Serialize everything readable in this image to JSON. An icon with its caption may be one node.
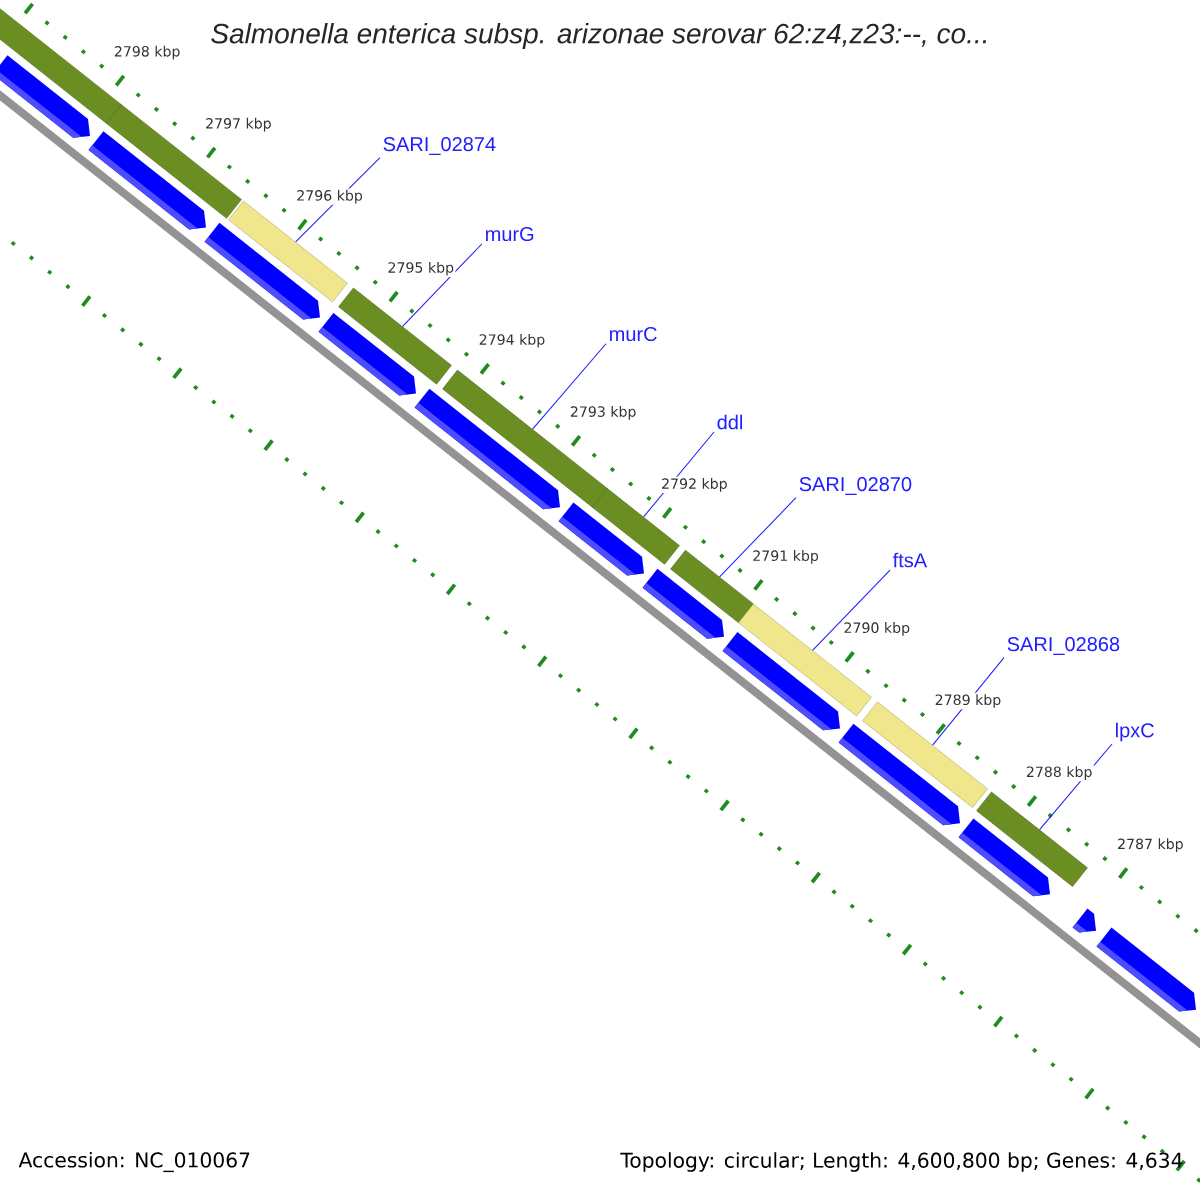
{
  "diagram": {
    "title": "Salmonella enterica subsp. arizonae serovar 62:z4,z23:--, co...",
    "nodes": [
      {
        "text": [],
        "shape": "bar"
      },
      {
        "text": [],
        "shape": "bar"
      },
      {
        "text": [],
        "shape": "bar"
      },
      {
        "text": [],
        "shape": "bar"
      },
      {
        "text": [],
        "shape": "bar"
      },
      {
        "text": [],
        "shape": "bar"
      },
      {
        "text": [],
        "shape": "bar"
      },
      {
        "text": [],
        "shape": "bar"
      },
      {
        "text": [],
        "shape": "bar"
      },
      {
        "text": [],
        "shape": "bar"
      },
      {
        "text": [
          "SARI_02874"
        ]
      },
      {
        "text": [
          "murG"
        ]
      },
      {
        "text": [
          "murC"
        ]
      },
      {
        "text": [
          "ddl"
        ]
      },
      {
        "text": [
          "SARI_02870"
        ]
      },
      {
        "text": [
          "ftsA"
        ]
      },
      {
        "text": [
          "SARI_02868"
        ]
      },
      {
        "text": [
          "lpxC"
        ]
      },
      {
        "text": [],
        "shape": "arrow"
      },
      {
        "text": [],
        "shape": "arrow"
      },
      {
        "text": [],
        "shape": "arrow"
      },
      {
        "text": [],
        "shape": "arrow"
      },
      {
        "text": [],
        "shape": "arrow"
      },
      {
        "text": [],
        "shape": "arrow"
      },
      {
        "text": [],
        "shape": "arrow"
      },
      {
        "text": [],
        "shape": "arrow"
      },
      {
        "text": [],
        "shape": "arrow"
      },
      {
        "text": [],
        "shape": "arrow"
      },
      {
        "text": [],
        "shape": "arrow"
      },
      {
        "text": [],
        "shape": "arrow"
      }
    ],
    "edges": [
      {
        "from": 10,
        "to": 2,
        "arrow": "none"
      },
      {
        "from": 11,
        "to": 3,
        "arrow": "none"
      },
      {
        "from": 12,
        "to": 4,
        "arrow": "none"
      },
      {
        "from": 13,
        "to": 5,
        "arrow": "none"
      },
      {
        "from": 14,
        "to": 6,
        "arrow": "none"
      },
      {
        "from": 15,
        "to": 7,
        "arrow": "none"
      },
      {
        "from": 16,
        "to": 8,
        "arrow": "none"
      },
      {
        "from": 17,
        "to": 9,
        "arrow": "none"
      }
    ],
    "labels": [
      "2798 kbp",
      "2797 kbp",
      "2796 kbp",
      "2795 kbp",
      "2794 kbp",
      "2793 kbp",
      "2792 kbp",
      "2791 kbp",
      "2790 kbp",
      "2789 kbp",
      "2788 kbp",
      "2787 kbp",
      "Accession: NC_010067",
      "Topology: circular; Length: 4,600,800 bp; Genes: 4,634"
    ]
  }
}
